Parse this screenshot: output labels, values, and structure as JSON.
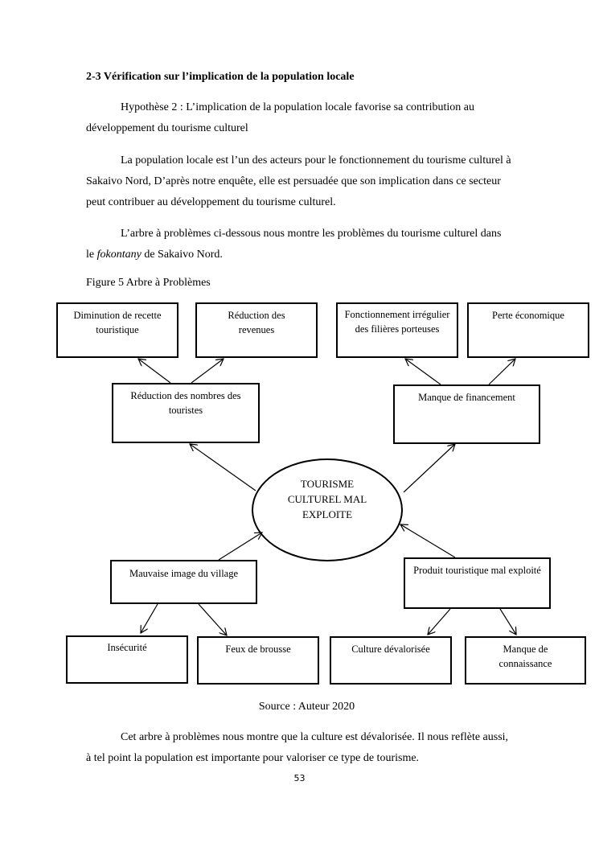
{
  "section_heading": "2-3 Vérification sur l’implication de la population locale",
  "paragraphs": {
    "hypothesis": "Hypothèse 2 : L’implication de la population locale favorise sa contribution au développement du tourisme culturel",
    "p1": "La population locale est l’un des acteurs pour le fonctionnement du tourisme culturel à Sakaivo Nord, D’après notre enquête, elle est persuadée que son implication dans ce secteur peut contribuer au développement du tourisme culturel.",
    "p2_before": "L’arbre à problèmes ci-dessous nous montre les problèmes du tourisme culturel dans le ",
    "p2_italic": "fokontany",
    "p2_after": " de Sakaivo Nord.",
    "conclusion": "Cet arbre à problèmes nous montre que la culture est dévalorisée.  Il nous reflète aussi, à tel point la population est importante pour valoriser ce type de tourisme."
  },
  "figure": {
    "caption": "Figure 5 Arbre à Problèmes",
    "center": "TOURISME CULTUREL MAL EXPLOITE",
    "causes_effects": {
      "reduction_touristes": "Réduction des nombres des touristes",
      "manque_financement": "Manque de financement",
      "mauvaise_image": "Mauvaise image du village",
      "produit_mal_exploite": "Produit touristique mal exploité"
    },
    "leaves": {
      "diminution_recette": "Diminution de recette touristique",
      "reduction_revenues": "Réduction des revenues",
      "fonctionnement_irregulier": "Fonctionnement irrégulier des filières porteuses",
      "perte_economique": "Perte économique",
      "insecurite": "Insécurité",
      "feux_brousse": "Feux de brousse",
      "culture_devalorisee": "Culture dévalorisée",
      "manque_connaissance": "Manque de connaissance"
    },
    "source": "Source : Auteur 2020"
  },
  "page_number": "53"
}
